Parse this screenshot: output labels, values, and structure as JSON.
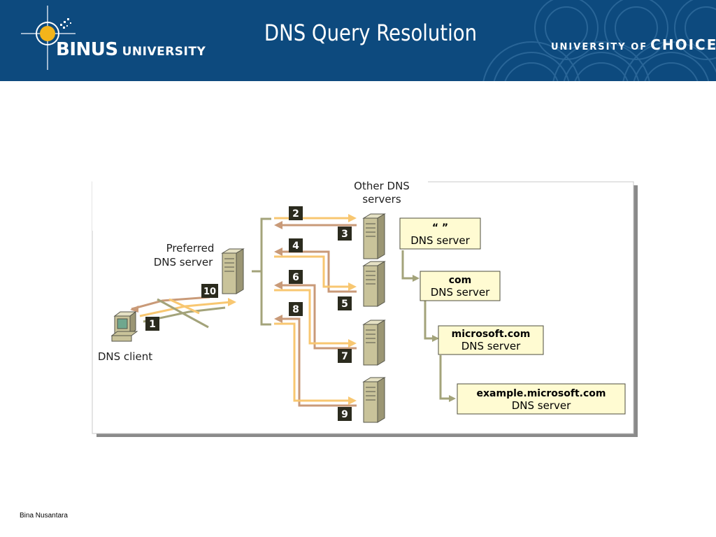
{
  "header": {
    "logo": {
      "name": "BINUS",
      "suffix": "UNIVERSITY"
    },
    "title": "DNS Query Resolution",
    "tagline": {
      "small": "UNIVERSITY OF",
      "big": "CHOICE"
    }
  },
  "diagram": {
    "labels": {
      "other_servers_line1": "Other DNS",
      "other_servers_line2": "servers",
      "preferred_line1": "Preferred",
      "preferred_line2": "DNS server",
      "client": "DNS client"
    },
    "steps": [
      "1",
      "2",
      "3",
      "4",
      "5",
      "6",
      "7",
      "8",
      "9",
      "10"
    ],
    "hierarchy": [
      {
        "name": "“ ”",
        "sub": "DNS server"
      },
      {
        "name": "com",
        "sub": "DNS server"
      },
      {
        "name": "microsoft.com",
        "sub": "DNS server"
      },
      {
        "name": "example.microsoft.com",
        "sub": "DNS server"
      }
    ],
    "colors": {
      "query_arrow": "#f8c771",
      "response_arrow": "#c99a78",
      "server": "#c9c39a",
      "callout_fill": "#fffbd2",
      "connector": "#a3a37a"
    }
  },
  "footer": {
    "text": "Bina Nusantara"
  }
}
